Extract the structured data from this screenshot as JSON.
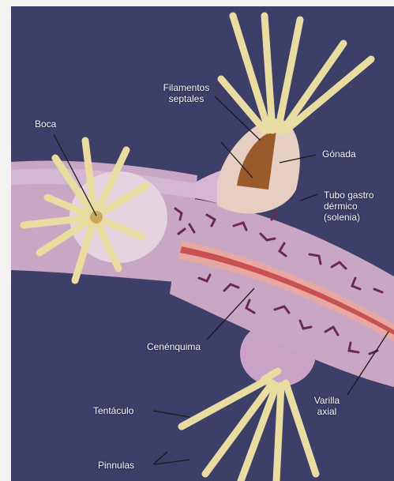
{
  "colors": {
    "background": "#3d3f68",
    "frame": "#f4f2f0",
    "coenenchyme": "#c9a6c4",
    "coenenchyme_light": "#dcc3d9",
    "canals": "#6b2a4a",
    "polyp": "#e8d89a",
    "tentacle": "#e9dca0",
    "gonad": "#9b5a2a",
    "axial_rod": "#d9706e",
    "leader": "#1a1a1a"
  },
  "labels": {
    "boca": "Boca",
    "filamentos_1": "Filamentos",
    "filamentos_2": "septales",
    "gonada": "Gónada",
    "tubo_1": "Tubo gastro",
    "tubo_2": "dérmico",
    "tubo_3": "(solenia)",
    "cenenquima": "Cenénquima",
    "varilla_1": "Varilla",
    "varilla_2": "axial",
    "tentaculo": "Tentáculo",
    "pinnulas": "Pinnulas"
  }
}
